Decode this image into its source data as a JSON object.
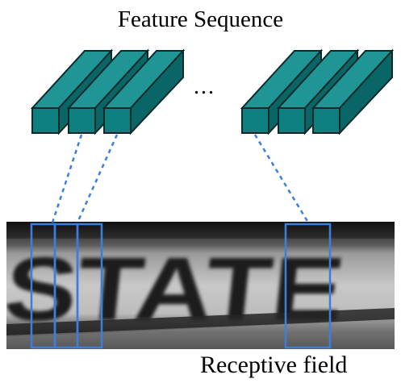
{
  "diagram": {
    "title": "Feature Sequence",
    "ellipsis": "...",
    "caption": "Receptive field",
    "colors": {
      "feature_front": "#0e7f7f",
      "feature_top": "#1f9595",
      "feature_side": "#0a6666",
      "feature_stroke": "#0a2b2b",
      "receptive_box": "#3a7fe0",
      "dashed_line": "#3a7fe0",
      "image_dark": "#0d0d0d",
      "image_light": "#d9d9d9"
    },
    "image_text": "STATE",
    "feature_groups": [
      {
        "name": "left-group",
        "count": 3
      },
      {
        "name": "right-group",
        "count": 3
      }
    ]
  }
}
